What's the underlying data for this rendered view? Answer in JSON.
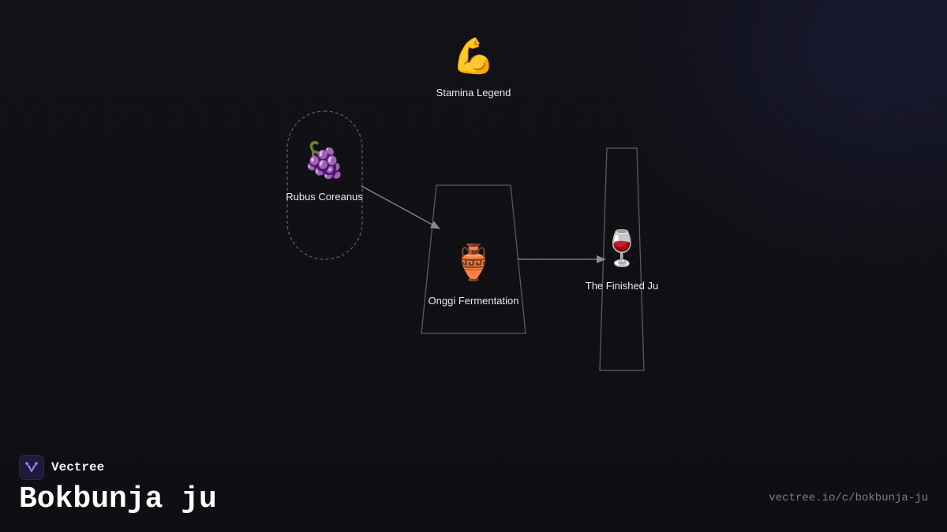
{
  "diagram": {
    "nodes": {
      "stamina": {
        "label": "Stamina Legend",
        "icon": "flexed-biceps-icon",
        "glyph": "💪"
      },
      "rubus": {
        "label": "Rubus Coreanus",
        "icon": "grapes-icon",
        "glyph": "🍇"
      },
      "onggi": {
        "label": "Onggi Fermentation",
        "icon": "amphora-icon",
        "glyph": "🏺"
      },
      "finished": {
        "label": "The Finished Ju",
        "icon": "wine-glass-icon",
        "glyph": "🍷"
      }
    },
    "edges": [
      {
        "from": "Rubus Coreanus",
        "to": "Onggi Fermentation"
      },
      {
        "from": "Onggi Fermentation",
        "to": "The Finished Ju"
      }
    ],
    "colors": {
      "outline": "#5a5a62",
      "arrow": "#8a8a92",
      "label": "#e9e9ee"
    }
  },
  "footer": {
    "brand_name": "Vectree",
    "brand_icon": "vectree-logo-icon",
    "title": "Bokbunja ju",
    "url": "vectree.io/c/bokbunja-ju"
  }
}
